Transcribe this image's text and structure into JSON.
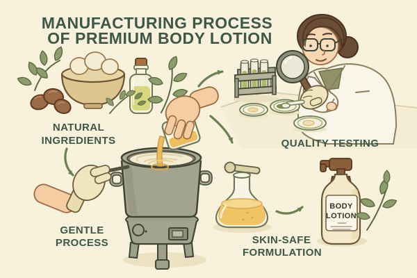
{
  "title": {
    "line1": "MANUFACTURING PROCESS",
    "line2": "OF PREMIUM BODY LOTION"
  },
  "steps": [
    {
      "id": "natural-ingredients",
      "label_line1": "NATURAL",
      "label_line2": "INGREDIENTS"
    },
    {
      "id": "quality-testing",
      "label_line1": "QUALITY TESTING",
      "label_line2": ""
    },
    {
      "id": "gentle-process",
      "label_line1": "GENTLE",
      "label_line2": "PROCESS"
    },
    {
      "id": "skin-safe-formulation",
      "label_line1": "SKIN-SAFE",
      "label_line2": "FORMULATION"
    }
  ],
  "product_label": {
    "line1": "BODY",
    "line2": "LOTION"
  },
  "illustrations": [
    "leaf-branch",
    "shea-nuts",
    "ingredient-bowl",
    "oil-bottle",
    "pouring-hand",
    "measuring-cup",
    "mixing-pot",
    "stove-stand",
    "stirring-hand",
    "scientist",
    "magnifying-glass",
    "test-tube-rack",
    "petri-dishes",
    "erlenmeyer-flask",
    "pipette",
    "lotion-pump-bottle",
    "leaf-sprig"
  ],
  "flow_arrows": [
    "ingredients-to-testing",
    "ingredients-to-process",
    "testing-to-formulation",
    "formulation-to-bottle"
  ],
  "colors": {
    "background": "#F8F1DB",
    "heading_text": "#3E5747",
    "arrow_green": "#6C8052",
    "leaf_green": "#8C9C6B",
    "pot_gray": "#A3A48D",
    "golden_oil": "#ECBE5E",
    "amber_liquid": "#F1C464",
    "skin": "#F4CDA3",
    "lab_coat": "#F9F5E8",
    "bottle_cream": "#F4E9C9",
    "pump_brown": "#8A5F3C"
  }
}
